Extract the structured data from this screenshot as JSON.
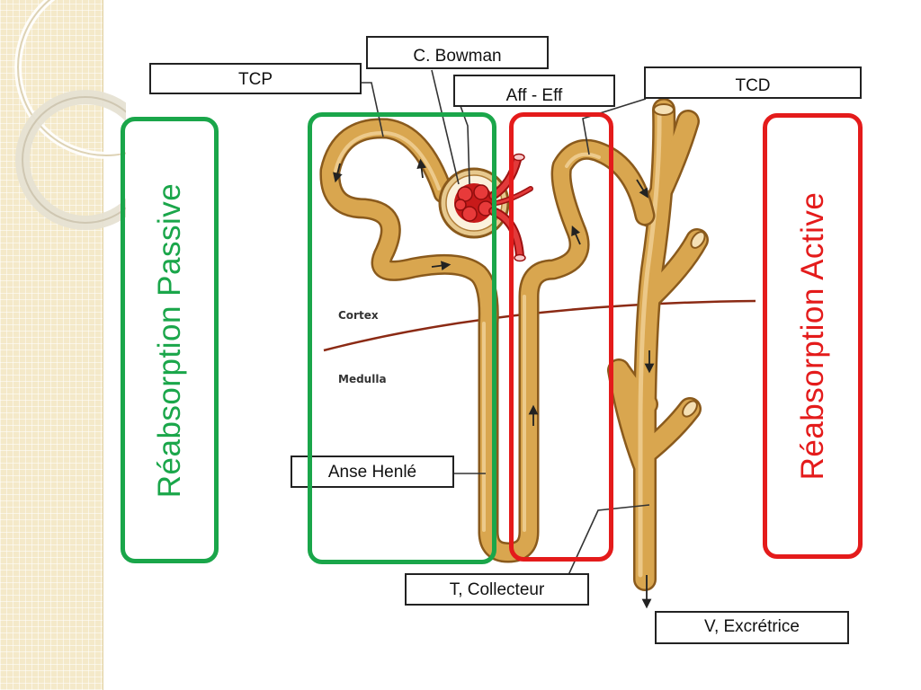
{
  "labels": {
    "bowman": "C. Bowman",
    "tcp": "TCP",
    "aff_eff": "Aff - Eff",
    "tcd": "TCD",
    "anse_henle": "Anse Henlé",
    "tube_collecteur": "T, Collecteur",
    "voie_excretrice": "V, Excrétrice"
  },
  "zones": {
    "cortex": "Cortex",
    "medulla": "Medulla"
  },
  "side_titles": {
    "passive": "Réabsorption Passive",
    "active": "Réabsorption Active"
  },
  "colors": {
    "passive": "#1aa64a",
    "active": "#e41b1b",
    "tubule": "#d9a64f",
    "glomerulus": "#d21e1e",
    "boundary": "#8b2a14"
  }
}
